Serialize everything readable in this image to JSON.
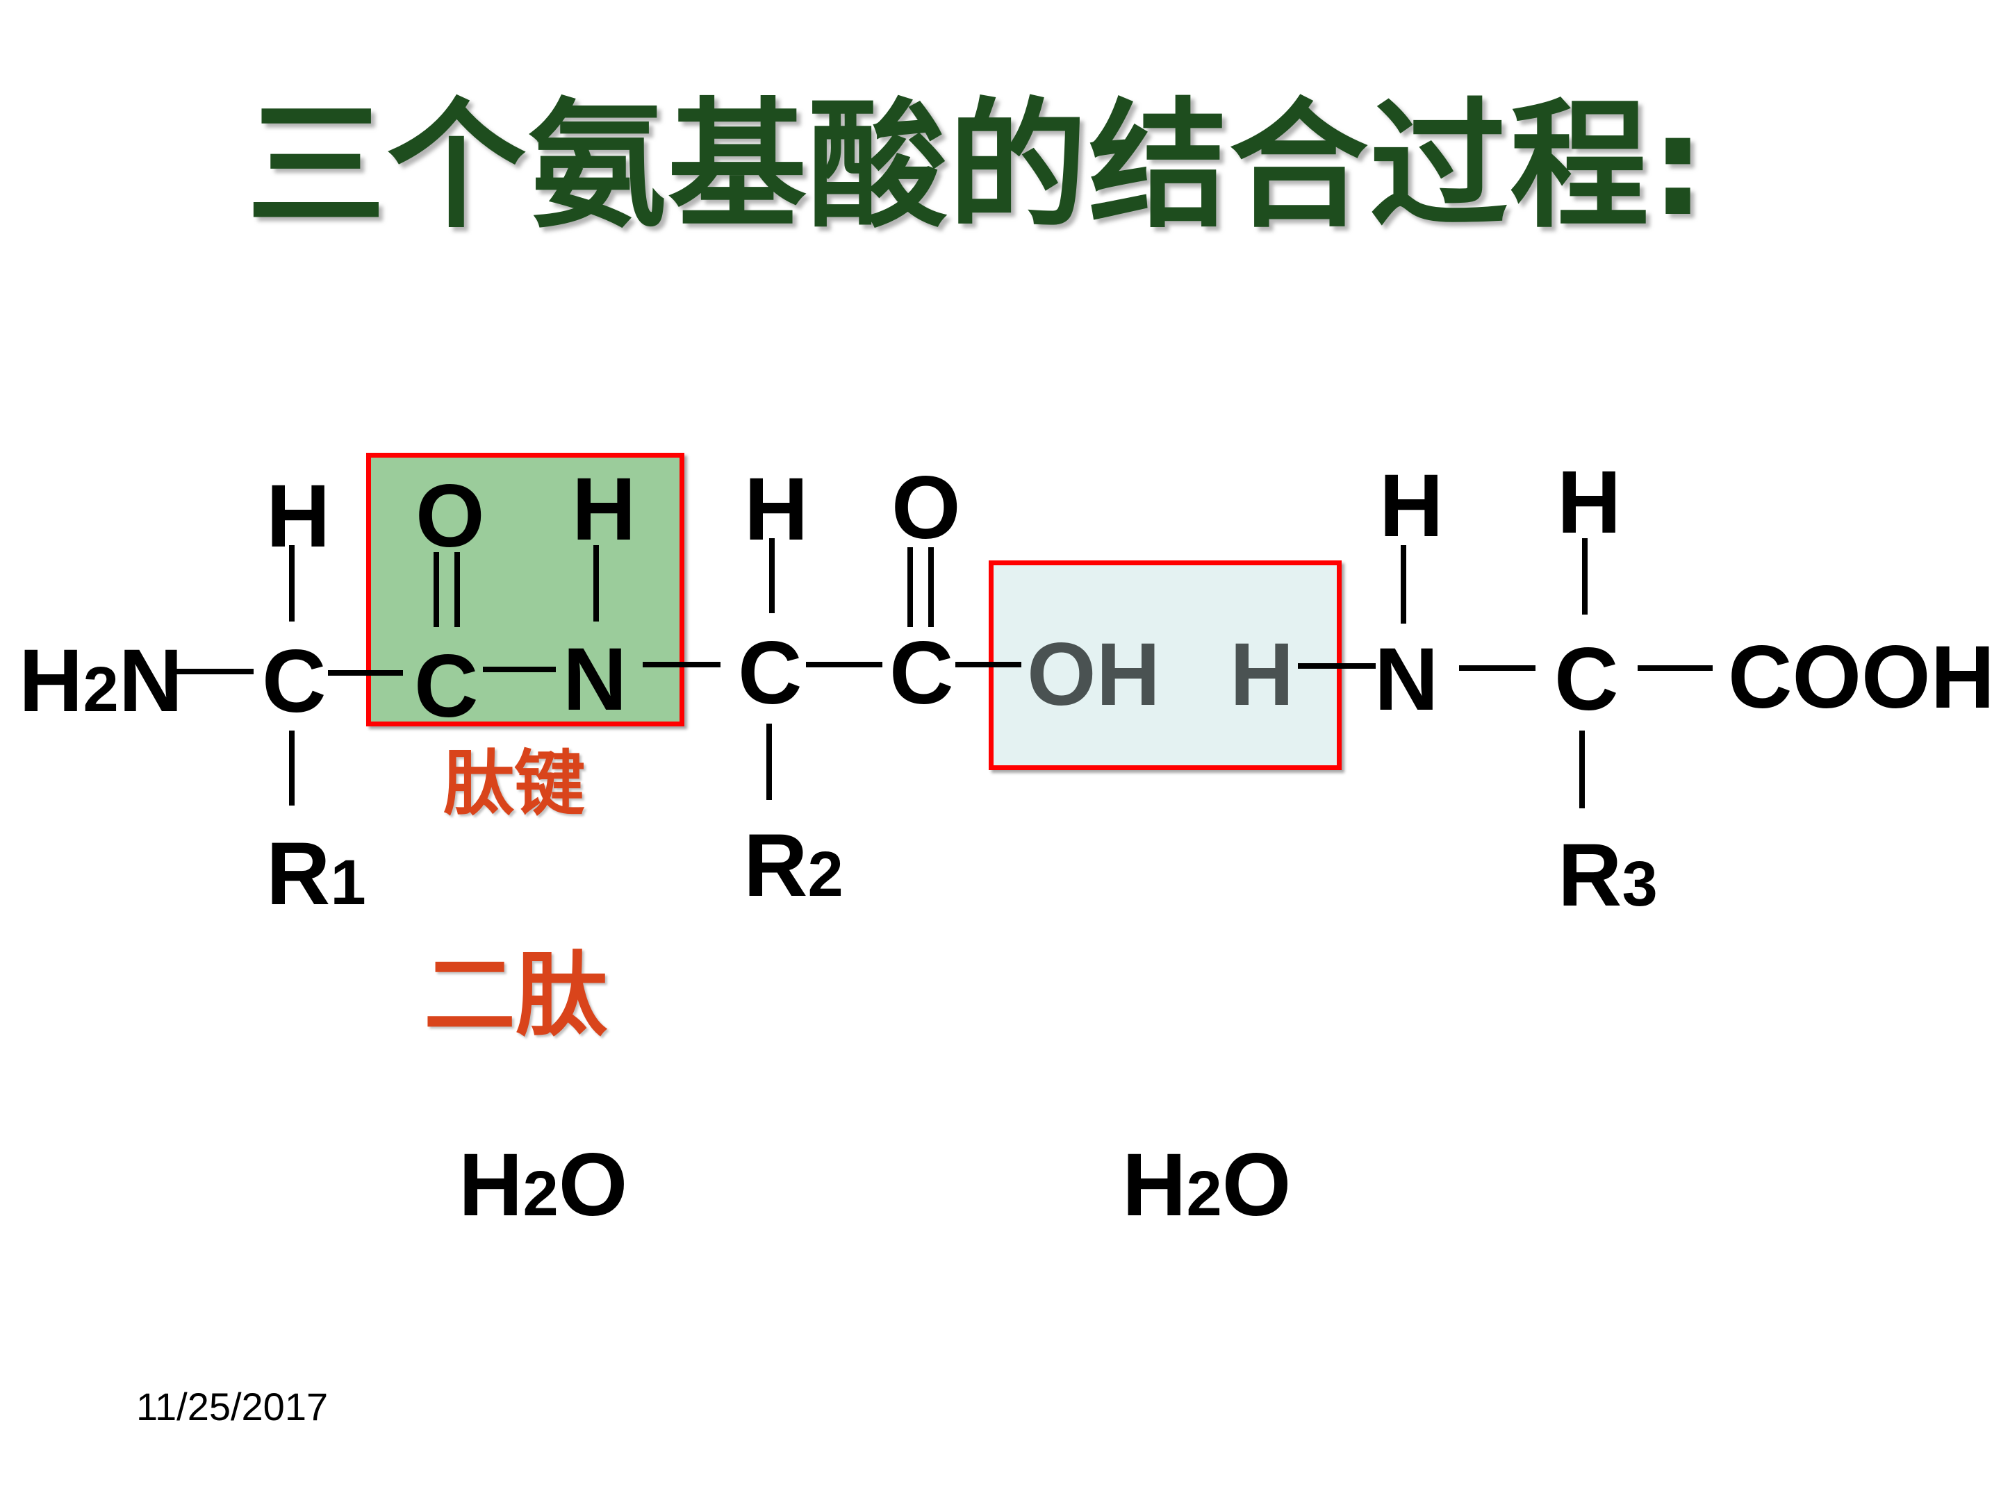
{
  "slide": {
    "title": "三个氨基酸的结合过程:",
    "date": "11/25/2017"
  },
  "molecule": {
    "top_row": [
      "H",
      "O",
      "H",
      "H",
      "O",
      "H",
      "H"
    ],
    "main_chain": {
      "h2n": "H2N",
      "c1": "C",
      "c2": "C",
      "n1": "N",
      "c3": "C",
      "c4": "C",
      "oh": "OH",
      "h_removed": "H",
      "n2": "N",
      "c5": "C",
      "cooh": "COOH"
    },
    "side_chains": [
      "R1",
      "R2",
      "R3"
    ]
  },
  "labels": {
    "peptide_bond": "肽键",
    "dipeptide": "二肽",
    "water_1": "H2O",
    "water_2": "H2O"
  },
  "colors": {
    "title": "#1e4d1e",
    "box_border": "#ff0000",
    "peptide_fill": "#9bcc9b",
    "water_fill": "#e4f2f2",
    "label_red": "#d9441b"
  }
}
